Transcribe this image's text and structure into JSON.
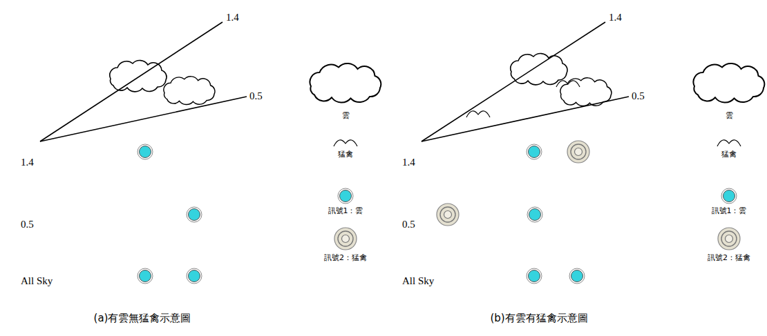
{
  "diagram": {
    "labels": [
      "1.4",
      "0.5",
      "1.4",
      "0.5",
      "All Sky",
      "(a)有雲無猛禽示意圖",
      "1.4",
      "0.5",
      "1.4",
      "0.5",
      "All Sky",
      "(b)有雲有猛禽示意圖"
    ],
    "legend": [
      {
        "text": "雲"
      },
      {
        "text": "猛禽"
      },
      {
        "text": "訊號1：雲"
      },
      {
        "text": "訊號2：猛禽"
      },
      {
        "text": "雲"
      },
      {
        "text": "猛禽"
      },
      {
        "text": "訊號1：雲"
      },
      {
        "text": "訊號2：猛禽"
      }
    ]
  }
}
